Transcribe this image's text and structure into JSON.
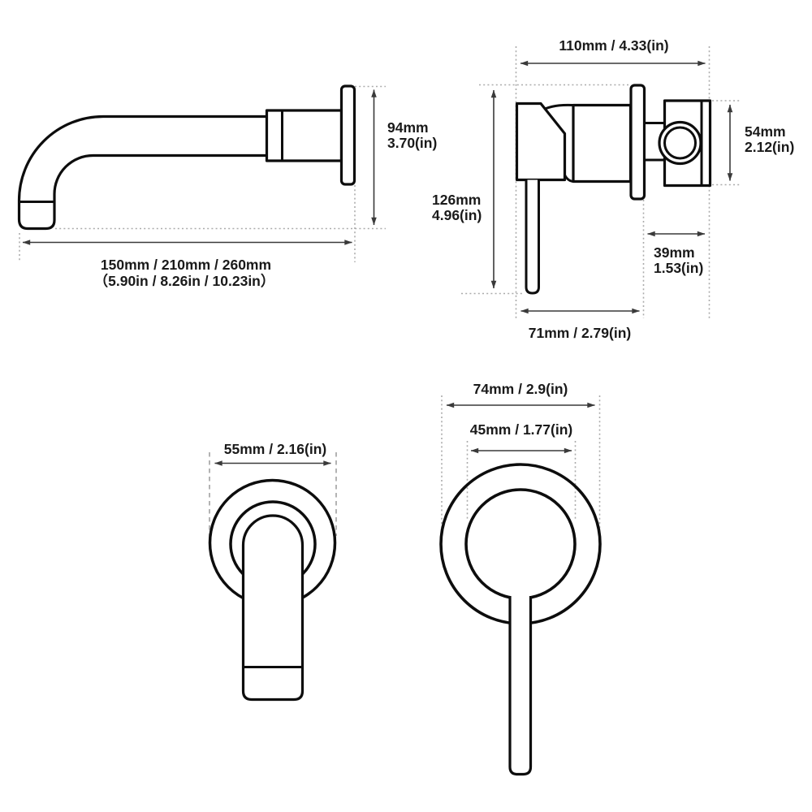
{
  "colors": {
    "paper": "#ffffff",
    "outline": "#0d0d0d",
    "dim": "#3a3a3a",
    "guide": "#ababab",
    "ink": "#1a1a1a"
  },
  "figures": {
    "spout_side": {
      "labels": {
        "reach_mm": "150mm / 210mm / 260mm",
        "reach_in": "（5.90in / 8.26in / 10.23in）",
        "height_mm": "94mm",
        "height_in": "3.70(in)"
      }
    },
    "valve_side": {
      "labels": {
        "width": "110mm / 4.33(in)",
        "height_mm": "126mm",
        "height_in": "4.96(in)",
        "body_mm": "54mm",
        "body_in": "2.12(in)",
        "depth_mm": "39mm",
        "depth_in": "1.53(in)",
        "lever": "71mm / 2.79(in)"
      }
    },
    "spout_front": {
      "labels": {
        "diameter": "55mm / 2.16(in)"
      }
    },
    "handle_front": {
      "labels": {
        "outer_diameter": "74mm / 2.9(in)",
        "inner_diameter": "45mm / 1.77(in)"
      }
    }
  }
}
